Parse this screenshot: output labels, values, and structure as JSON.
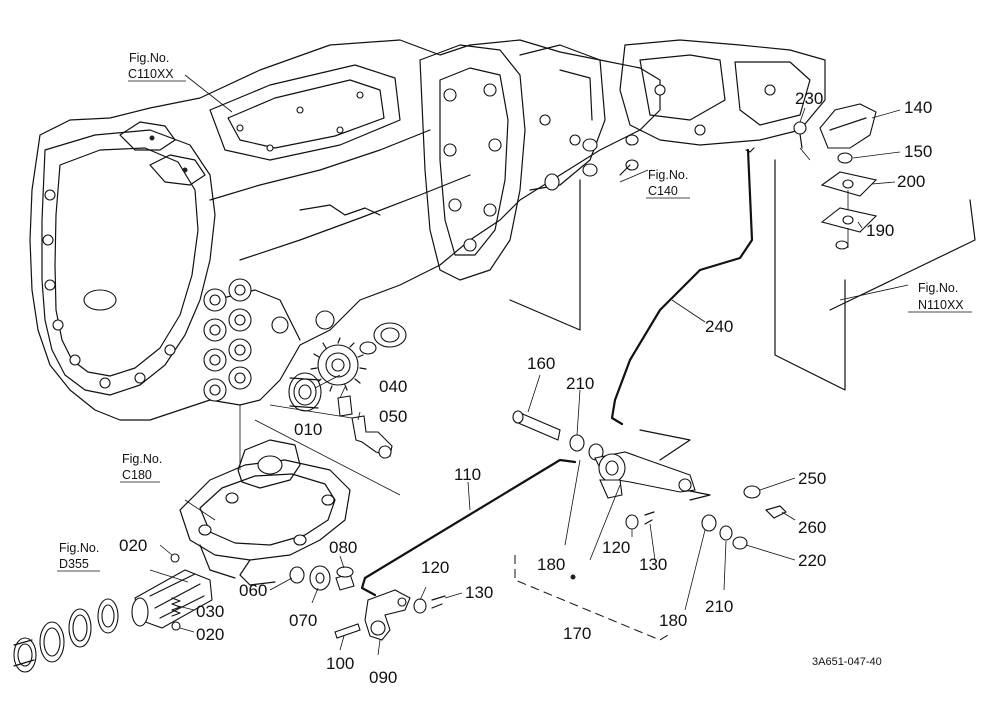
{
  "fig_refs": [
    {
      "key": "c110",
      "line1": "Fig.No.",
      "line2": "C110XX"
    },
    {
      "key": "c140",
      "line1": "Fig.No.",
      "line2": "C140"
    },
    {
      "key": "n110",
      "line1": "Fig.No.",
      "line2": "N110XX"
    },
    {
      "key": "c180",
      "line1": "Fig.No.",
      "line2": "C180"
    },
    {
      "key": "d355",
      "line1": "Fig.No.",
      "line2": "D355"
    }
  ],
  "callouts": [
    "010",
    "020",
    "020",
    "030",
    "040",
    "050",
    "060",
    "070",
    "080",
    "090",
    "100",
    "110",
    "120",
    "120",
    "130",
    "130",
    "140",
    "150",
    "160",
    "170",
    "180",
    "180",
    "190",
    "200",
    "210",
    "210",
    "220",
    "230",
    "240",
    "250",
    "260"
  ],
  "drawing_code": "3A651-047-40"
}
